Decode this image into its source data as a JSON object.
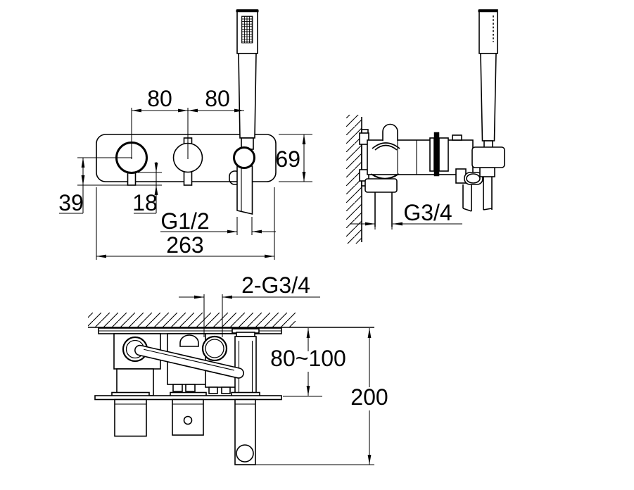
{
  "drawing": {
    "type": "faucet-installation-technical-drawing",
    "background": "#ffffff",
    "line_color": "#000000",
    "views": {
      "front": {
        "dims": {
          "handle_spacing_left": "80",
          "handle_spacing_right": "80",
          "plate_height": "69",
          "center_to_lever_tip": "39",
          "lever_length": "18",
          "hose_thread": "G1/2",
          "plate_width": "263"
        }
      },
      "side": {
        "dims": {
          "outlet_thread": "G3/4"
        }
      },
      "installation": {
        "dims": {
          "inlet_thread": "2-G3/4",
          "embed_depth_range": "80~100",
          "overall_depth": "200"
        }
      }
    }
  }
}
